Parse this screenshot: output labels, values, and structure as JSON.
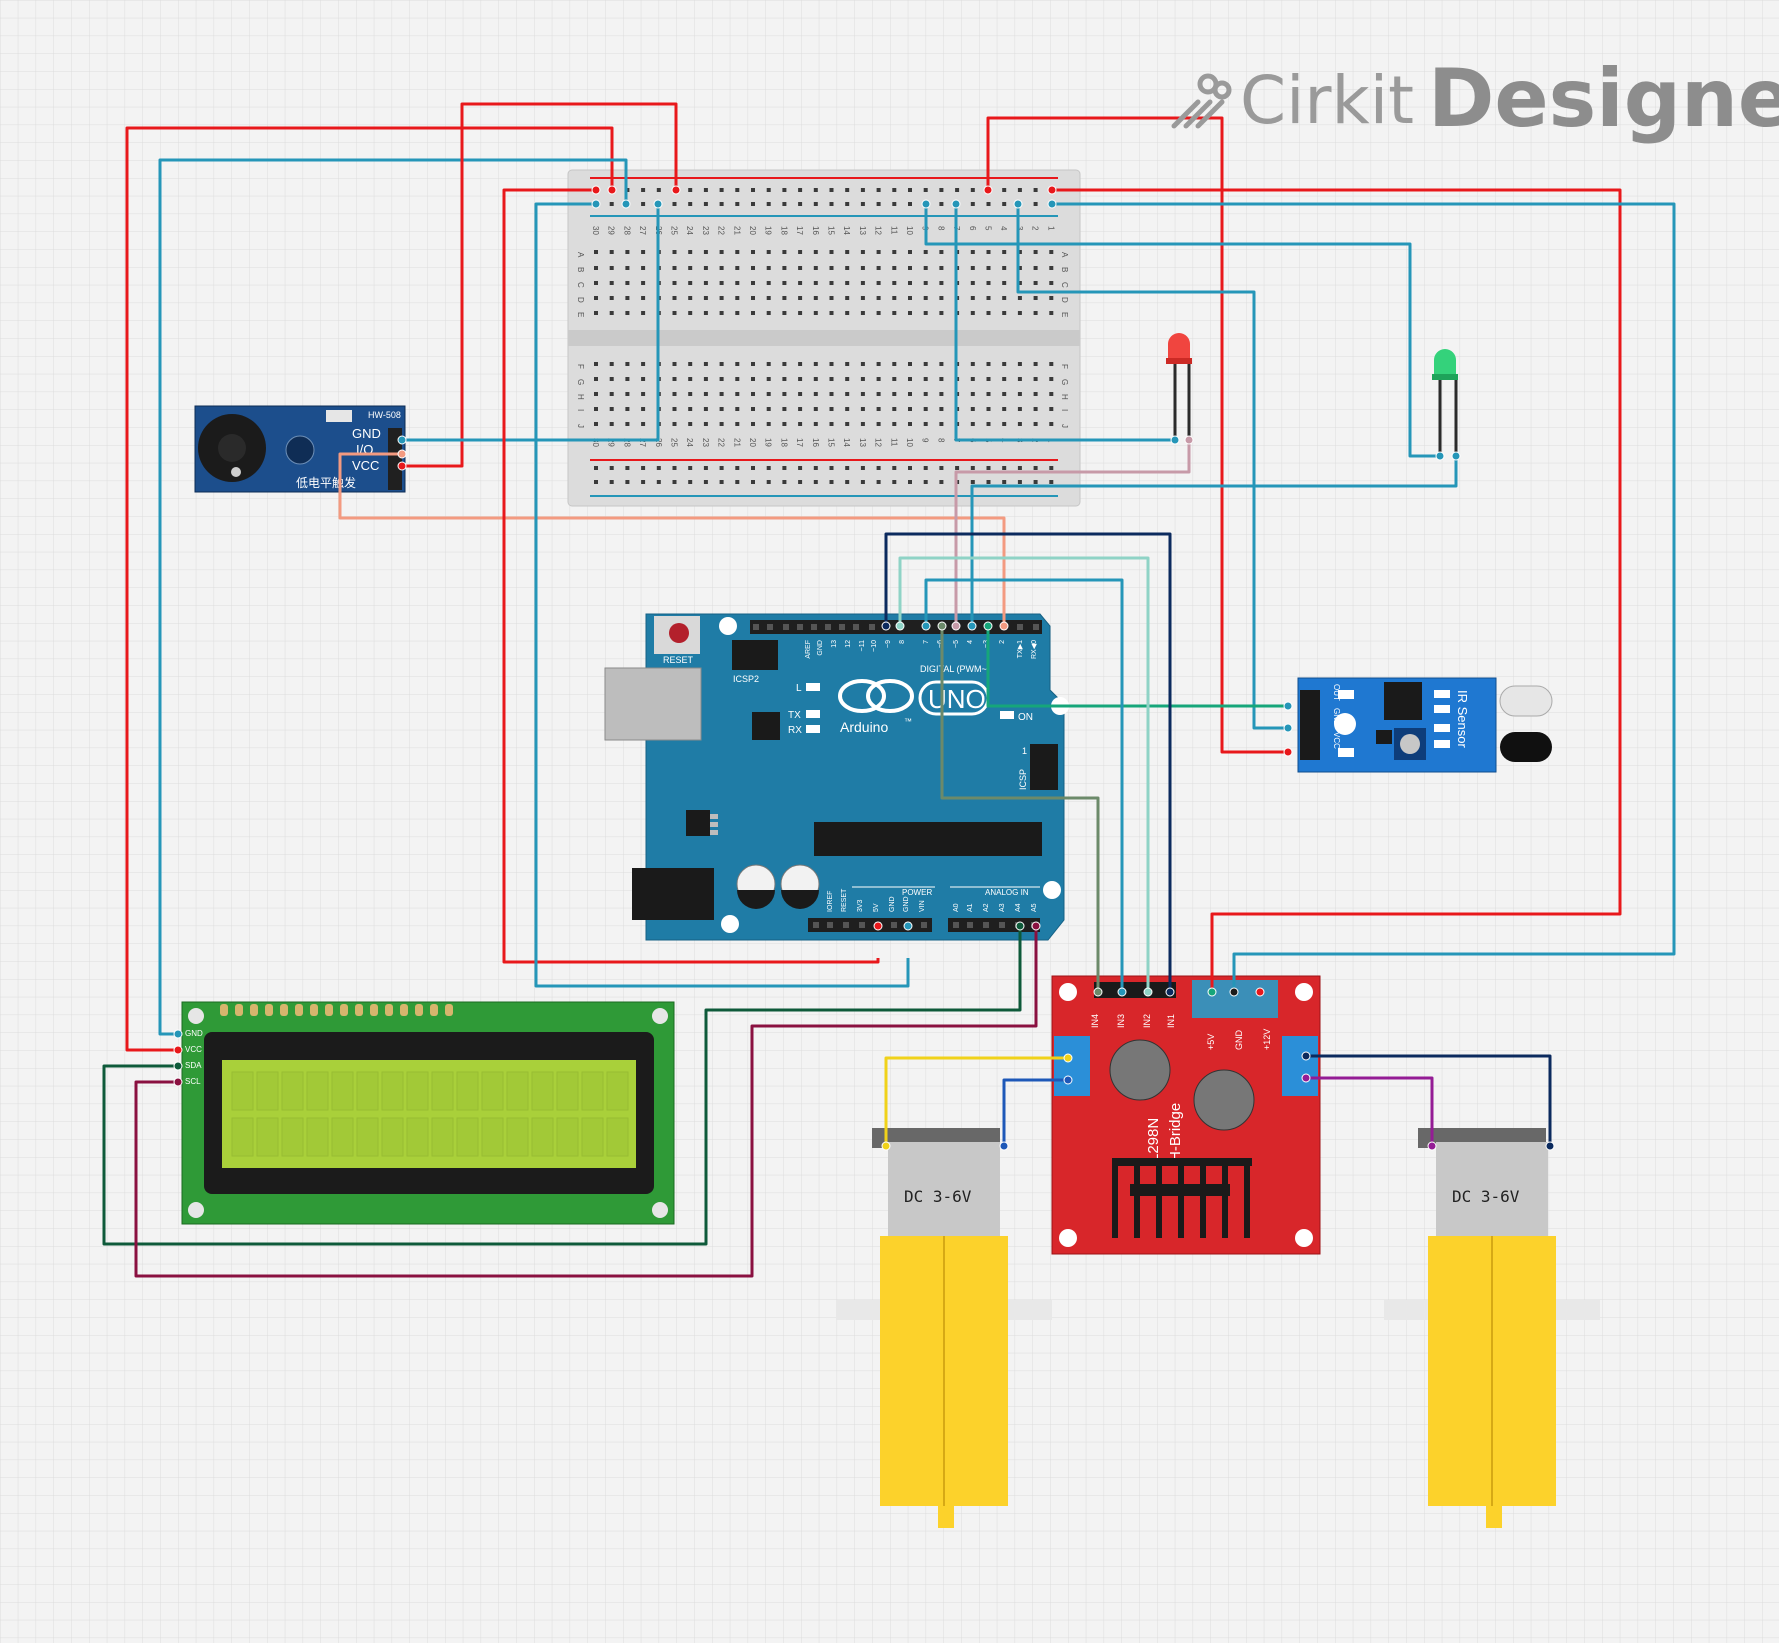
{
  "brand": {
    "name_light": "Cirkit",
    "name_bold": "Designer"
  },
  "breadboard": {
    "columns": [
      "30",
      "29",
      "28",
      "27",
      "26",
      "25",
      "24",
      "23",
      "22",
      "21",
      "20",
      "19",
      "18",
      "17",
      "16",
      "15",
      "14",
      "13",
      "12",
      "11",
      "10",
      "9",
      "8",
      "7",
      "6",
      "5",
      "4",
      "3",
      "2",
      "1"
    ],
    "rows_top": [
      "A",
      "B",
      "C",
      "D",
      "E"
    ],
    "rows_bottom": [
      "F",
      "G",
      "H",
      "I",
      "J"
    ]
  },
  "buzzer": {
    "model": "HW-508",
    "pins": [
      "GND",
      "I/O",
      "VCC"
    ],
    "caption": "低电平触发"
  },
  "arduino": {
    "reset": "RESET",
    "icsp2": "ICSP2",
    "icsp": "ICSP",
    "brand": "Arduino",
    "model": "UNO",
    "tm": "™",
    "digital_label": "DIGITAL (PWM~)",
    "led_l": "L",
    "led_tx": "TX",
    "led_rx": "RX",
    "led_on": "ON",
    "power_label": "POWER",
    "analog_label": "ANALOG IN",
    "digital_pins": [
      "AREF",
      "GND",
      "13",
      "12",
      "~11",
      "~10",
      "~9",
      "8",
      "7",
      "~6",
      "~5",
      "4",
      "~3",
      "2",
      "TX▶1",
      "RX◀0"
    ],
    "power_pins": [
      "IOREF",
      "RESET",
      "3V3",
      "5V",
      "GND",
      "GND",
      "VIN"
    ],
    "analog_pins": [
      "A0",
      "A1",
      "A2",
      "A3",
      "A4",
      "A5"
    ],
    "icsp_one": "1"
  },
  "ir_sensor": {
    "title": "IR Sensor",
    "pins": [
      "OUT",
      "GND",
      "VCC"
    ]
  },
  "lcd": {
    "pins": [
      "GND",
      "VCC",
      "SDA",
      "SCL"
    ]
  },
  "hbridge": {
    "title_line1": "L298N",
    "title_line2": "H-Bridge",
    "inputs": [
      "IN4",
      "IN3",
      "IN2",
      "IN1"
    ],
    "power": [
      "+5V",
      "GND",
      "+12V"
    ]
  },
  "motors": [
    {
      "label": "DC 3-6V"
    },
    {
      "label": "DC 3-6V"
    }
  ],
  "colors": {
    "wire_red": "#e8181b",
    "wire_teal": "#2596b8",
    "wire_navy": "#0b2a5e",
    "wire_mint": "#8fd3c6",
    "wire_pink": "#c79aa8",
    "wire_salmon": "#f39a80",
    "wire_green": "#16a67a",
    "wire_olive": "#6c8a6a",
    "wire_darkgreen": "#0e5a3a",
    "wire_maroon": "#8a1040",
    "wire_yellow": "#f0d21a",
    "wire_blue": "#1e58b8",
    "wire_purple": "#941c95",
    "arduino_board": "#1f7ca6",
    "hbridge_board": "#d8262a",
    "ir_board": "#1f78d1",
    "lcd_board": "#2f9a37",
    "lcd_screen": "#a9d03a",
    "motor_yellow": "#fcd22b"
  }
}
